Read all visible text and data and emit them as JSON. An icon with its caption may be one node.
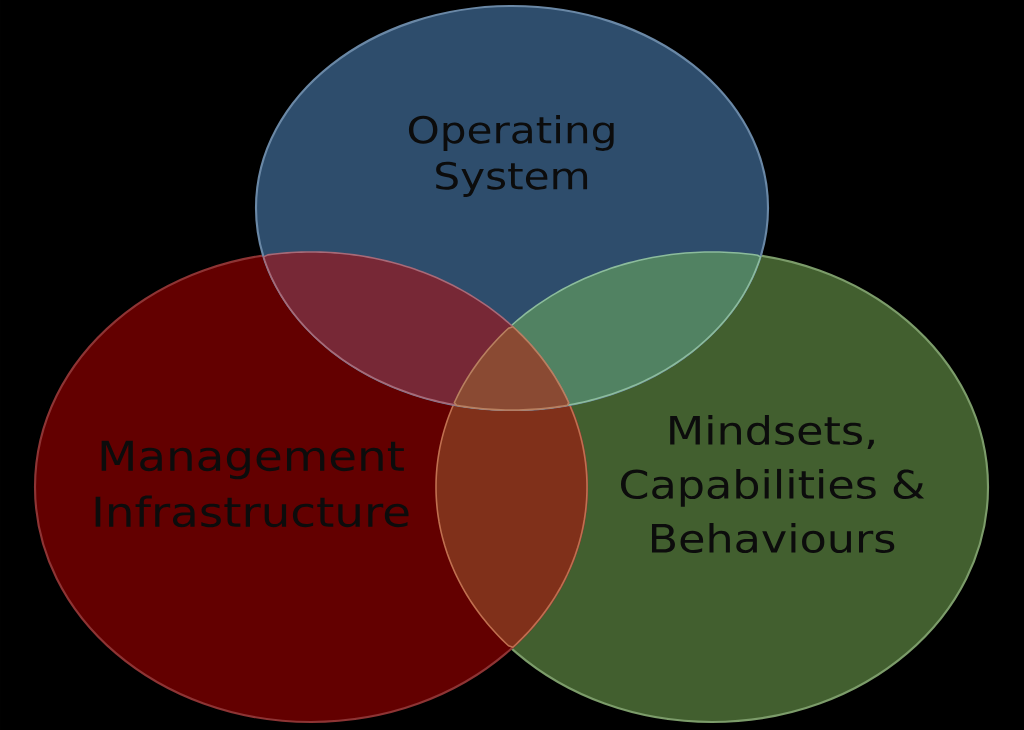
{
  "diagram": {
    "nodes": [
      {
        "text": [
          "Operating System"
        ]
      },
      {
        "text": [
          "Management Infrastructure"
        ]
      },
      {
        "text": [
          "Mindsets, Capabilities & Behaviours"
        ]
      }
    ]
  }
}
